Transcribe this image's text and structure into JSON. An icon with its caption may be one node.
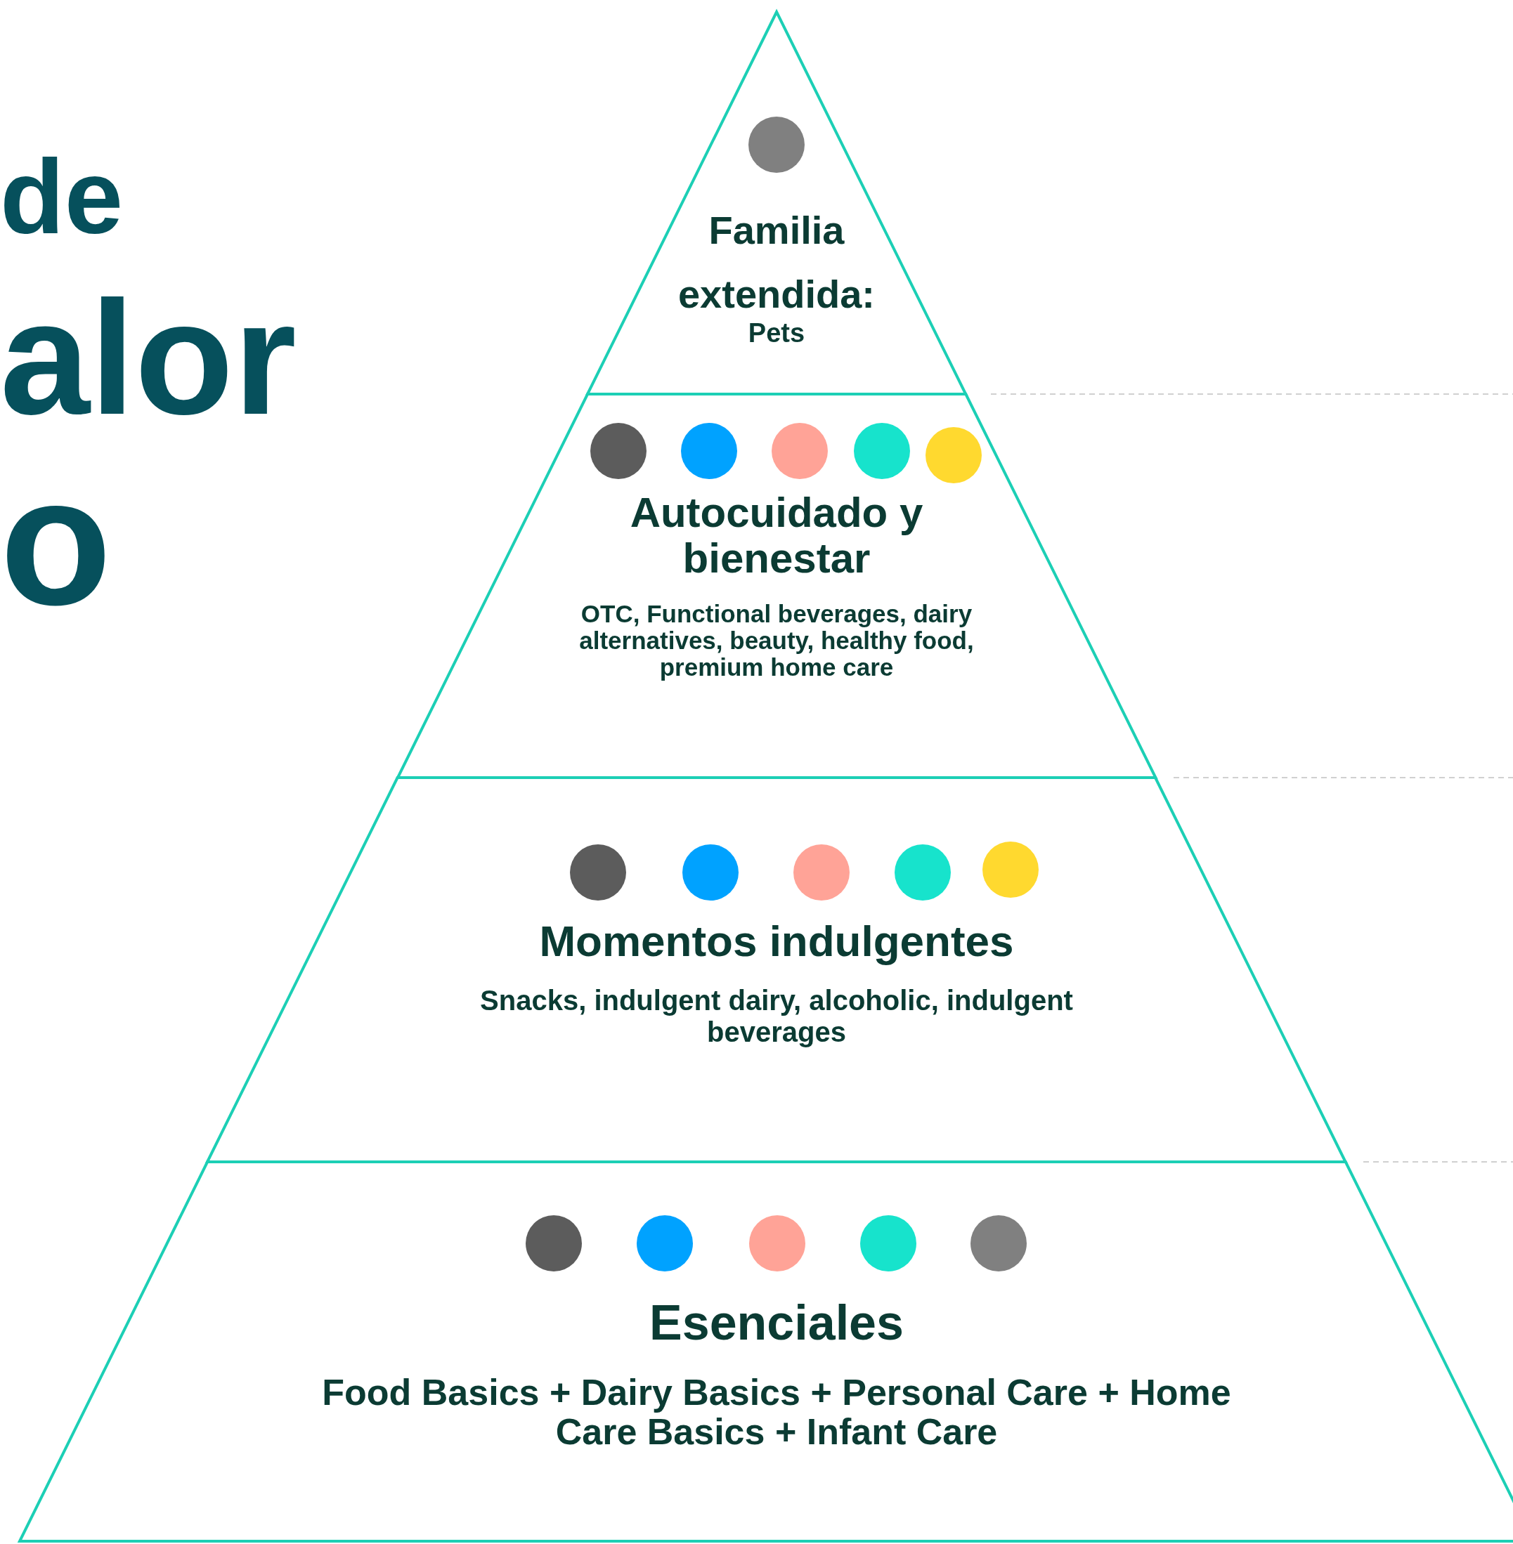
{
  "diagram": {
    "nodes": [
      {
        "text": [
          "Familia extendida:",
          "Pets"
        ]
      },
      {
        "text": [],
        "shape": "circle",
        "in": 0
      },
      {
        "text": [
          "Autocuidado y bienestar",
          "OTC, Functional beverages, dairy alternatives, beauty, healthy food, premium home care"
        ]
      },
      {
        "text": [],
        "shape": "circle",
        "in": 2
      },
      {
        "text": [],
        "shape": "circle",
        "in": 2
      },
      {
        "text": [],
        "shape": "circle",
        "in": 2
      },
      {
        "text": [],
        "shape": "circle",
        "in": 2
      },
      {
        "text": [],
        "shape": "circle",
        "in": 2
      },
      {
        "text": [
          "Momentos indulgentes",
          "Snacks, indulgent dairy, alcoholic, indulgent beverages"
        ]
      },
      {
        "text": [],
        "shape": "circle",
        "in": 8
      },
      {
        "text": [],
        "shape": "circle",
        "in": 8
      },
      {
        "text": [],
        "shape": "circle",
        "in": 8
      },
      {
        "text": [],
        "shape": "circle",
        "in": 8
      },
      {
        "text": [],
        "shape": "circle",
        "in": 8
      },
      {
        "text": [
          "Esenciales",
          "Food Basics + Dairy Basics + Personal Care + Home Care Basics + Infant Care"
        ]
      },
      {
        "text": [],
        "shape": "circle",
        "in": 14
      },
      {
        "text": [],
        "shape": "circle",
        "in": 14
      },
      {
        "text": [],
        "shape": "circle",
        "in": 14
      },
      {
        "text": [],
        "shape": "circle",
        "in": 14
      },
      {
        "text": [],
        "shape": "circle",
        "in": 14
      }
    ],
    "edges": [],
    "labels": [
      "de",
      "alor",
      "o"
    ]
  }
}
